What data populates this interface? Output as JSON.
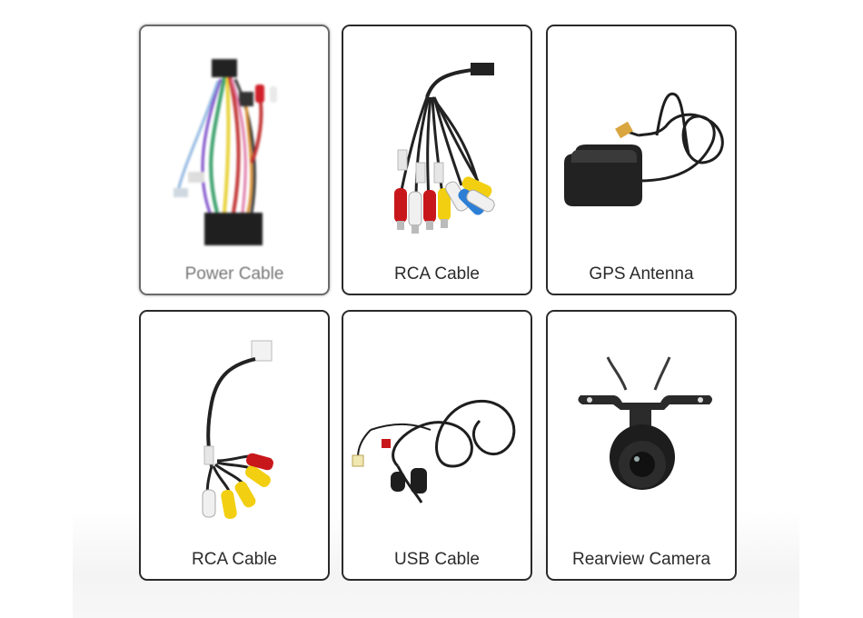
{
  "items": [
    {
      "label": "Power Cable",
      "icon": "power-cable-harness-icon"
    },
    {
      "label": "RCA Cable",
      "icon": "rca-cable-8-plug-icon"
    },
    {
      "label": "GPS Antenna",
      "icon": "gps-antenna-icon"
    },
    {
      "label": "RCA Cable",
      "icon": "rca-cable-5-plug-icon"
    },
    {
      "label": "USB Cable",
      "icon": "usb-cable-icon"
    },
    {
      "label": "Rearview Camera",
      "icon": "rearview-camera-icon"
    }
  ],
  "colors": {
    "border": "#2a2a2a",
    "caption": "#2b2b2b",
    "rca_red": "#c8171b",
    "rca_yellow": "#f2cf10",
    "rca_white": "#f0f0f0",
    "rca_blue": "#2d7fd6"
  }
}
